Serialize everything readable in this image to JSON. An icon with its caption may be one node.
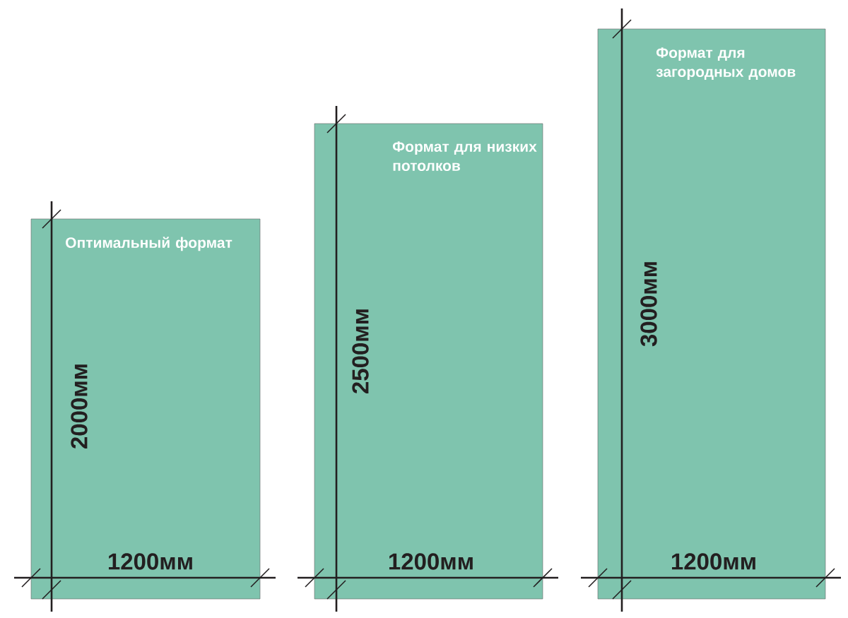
{
  "diagram": {
    "nodes": [
      {
        "text": [
          "Оптимальный формат"
        ]
      },
      {
        "text": [
          "Формат для низких потолков"
        ]
      },
      {
        "text": [
          "Формат для загородных домов"
        ]
      }
    ],
    "labels": [
      "2000мм",
      "1200мм",
      "2500мм",
      "1200мм",
      "3000мм",
      "1200мм"
    ]
  }
}
